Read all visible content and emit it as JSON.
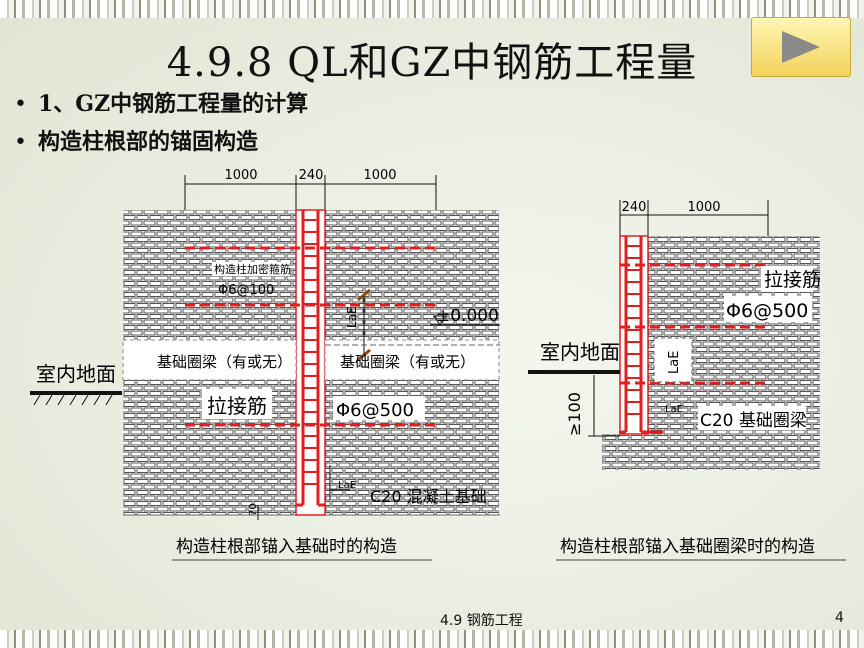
{
  "slide": {
    "title": "4.9.8   QL和GZ中钢筋工程量",
    "bullets": [
      "1、GZ中钢筋工程量的计算",
      "构造柱根部的锚固构造"
    ],
    "footer_title": "4.9 钢筋工程",
    "page_number": "4",
    "next_button_icon": "play-triangle-icon"
  },
  "diagram_left": {
    "dim_left": "1000",
    "dim_mid": "240",
    "dim_right": "1000",
    "label_stirrup": "构造柱加密箍筋",
    "label_stirrup_spec": "Φ6@100",
    "label_elevation": "±0.000",
    "label_lae": "LaE",
    "label_floor": "室内地面",
    "label_beam_left": "基础圈梁（有或无）",
    "label_beam_right": "基础圈梁（有或无）",
    "label_tie": "拉接筋",
    "label_tie_spec": "Φ6@500",
    "label_lae_bottom": "LaE",
    "label_foundation": "C20 混凝土基础",
    "label_dim_70": "70",
    "caption": "构造柱根部锚入基础时的构造"
  },
  "diagram_right": {
    "dim_left": "240",
    "dim_right": "1000",
    "label_tie": "拉接筋",
    "label_tie_spec": "Φ6@500",
    "label_floor": "室内地面",
    "label_lae": "LaE",
    "label_height": "≥100",
    "label_lae_bottom": "LaE",
    "label_beam": "C20 基础圈梁",
    "caption": "构造柱根部锚入基础圈梁时的构造"
  },
  "colors": {
    "rebar": "#e02020",
    "line": "#111111",
    "brick": "#444444"
  }
}
